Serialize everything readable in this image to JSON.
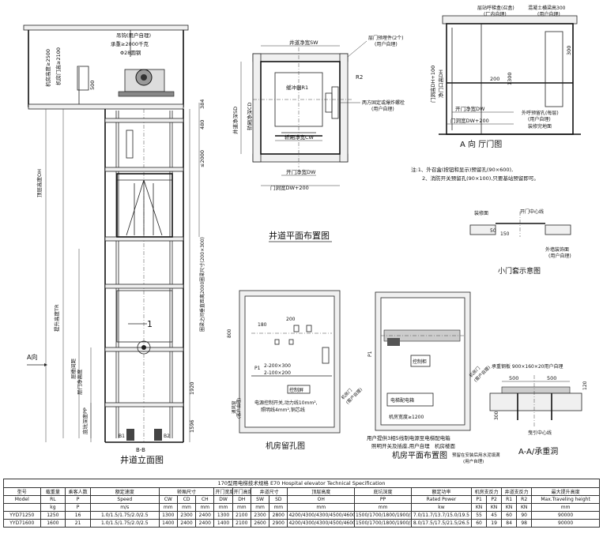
{
  "elevation": {
    "title": "井道立面图",
    "section_mark": "B-B",
    "hook_label_1": "吊钩(用户自理)",
    "hook_label_2": "承重≥2000千克",
    "hook_label_3": "Φ28圆钢",
    "machine_door_height": "机房门高≥2100",
    "machine_room_height": "机房高度≥2500",
    "overhead_label": "顶层高度OH",
    "travel_label": "提升高度TR",
    "floor_height_label": "层楼间距",
    "door_height_label": "层门净高度",
    "pit_label": "底坑深度PP",
    "door_dir": "A向",
    "dim_500": "500",
    "dim_384": "384",
    "dim_480": "480",
    "dim_2000": "≤2000",
    "dim_rail": "圈梁之间垂直距离2000圈梁尺寸(200×300)",
    "dim_1920": "1920",
    "dim_1596": "1596",
    "b1": "B1",
    "b2": "B2",
    "marker": "1"
  },
  "shaft_plan": {
    "title": "井道平面布置图",
    "shaft_width": "井道净宽SW",
    "shaft_depth": "井道净深SD",
    "car_width": "轿厢净宽CW",
    "car_depth": "轿厢净深CD",
    "door_width": "开门净宽DW",
    "door_opening": "门洞宽DW+200",
    "rope_hole": "缓冲器R1",
    "r2": "R2",
    "note_top_1": "层门预埋件(2个)",
    "note_top_2": "(用户自理)",
    "note_right_1": "两方固定或爆炸螺栓",
    "note_right_2": "(用户自理)"
  },
  "door_view": {
    "title": "A 向  厅门图",
    "top_label": "混凝土横梁高300",
    "top_label_2": "(用户自理)",
    "call_box_1": "层站呼梯盒(召盒)",
    "call_box_2": "(厂内自理)",
    "door_height": "门洞高DH+100",
    "clear_height": "净门口高DH",
    "dim_200": "200",
    "dim_1300": "1300",
    "dim_300": "300",
    "clear_width": "开门净宽DW",
    "opening_width": "门洞宽DW+200",
    "embed_1": "外呼预留孔(每层)",
    "embed_2": "(用户自理)",
    "embed_3": "装修完地面"
  },
  "notes": {
    "note_1": "注:1、外召盒(按钮和显示)预留孔(90×600),",
    "note_2": "2、消防开关预留孔(90×100),只要基站预留即可。"
  },
  "sill_detail": {
    "title": "小门套示意图",
    "left_label": "装修面",
    "center_label": "开门中心线",
    "dim_50": "50",
    "dim_150": "150",
    "wall_note_1": "外墙装饰面",
    "wall_note_2": "(用户自理)"
  },
  "hole_plan": {
    "title": "机房留孔图",
    "dim_180": "180",
    "dim_200": "200",
    "dim_800": "800",
    "hole_1": "2-200×300",
    "hole_2": "2-100×200",
    "p1": "P1",
    "control_box": "控制屏",
    "cable_1": "电源控制开关,动力线10mm²,",
    "cable_2": "照明线4mm²,铜芯线",
    "door_1": "机房门",
    "door_2": "(客户自理)",
    "win_1": "通风窗",
    "win_2": "(客户自理)"
  },
  "machine_plan": {
    "title": "机房平面布置图",
    "controller": "控制柜",
    "distribution": "电梯配电箱",
    "door_label_1": "机房门",
    "door_label_2": "(客户自理)",
    "width_label": "机房宽度≥1200",
    "p1": "P1",
    "power_note": "用户提供3相5线制电源至电梯配电箱",
    "light_note_1": "照明开关及插座,用户自理",
    "light_note_2": "机房楼面",
    "light_note_3": "预留在安装后用水泥填满",
    "light_note_4": "(用户自理)"
  },
  "aa_detail": {
    "title": "A-A/承重洞",
    "beam_label": "承重钢板 900×160×20用户自理",
    "dim_500a": "500",
    "dim_500b": "500",
    "dim_120": "120",
    "dim_300": "300",
    "center_label": "曳引中心线"
  },
  "spec_table": {
    "caption": "170型用电梯技术规格 E70 Hospital elevator Technical Specification",
    "header_cn": [
      "型号",
      "载重量",
      "乘客人数",
      "额定速度",
      "轿厢尺寸",
      "",
      "",
      "开门宽度",
      "开门高度",
      "井道尺寸",
      "",
      "顶层高度",
      "底坑深度",
      "额定功率",
      "机房支反力",
      "",
      "井道支反力",
      "",
      "最大提升高度"
    ],
    "header_en": [
      "Model",
      "RL",
      "P",
      "Speed",
      "CW",
      "CD",
      "CH",
      "DW",
      "DH",
      "SW",
      "SD",
      "OH",
      "PP",
      "Rated Power",
      "P1",
      "P2",
      "R1",
      "R2",
      "Max.Traveling height"
    ],
    "units": [
      "",
      "kg",
      "P",
      "m/s",
      "mm",
      "mm",
      "mm",
      "mm",
      "mm",
      "mm",
      "mm",
      "mm",
      "mm",
      "kw",
      "KN",
      "KN",
      "KN",
      "KN",
      "mm"
    ],
    "rows": [
      [
        "YYD71250",
        "1250",
        "16",
        "1.0/1.5/1.75/2.0/2.5",
        "1300",
        "2300",
        "2400",
        "1300",
        "2100",
        "2300",
        "2800",
        "4200/4300/4300/4500/4600",
        "1500/1700/1800/1900/2000",
        "7.0/11.7/13.7/15.0/19.5",
        "55",
        "45",
        "60",
        "90",
        "90000"
      ],
      [
        "YYD71600",
        "1600",
        "21",
        "1.0/1.5/1.75/2.0/2.5",
        "1400",
        "2400",
        "2400",
        "1400",
        "2100",
        "2600",
        "2900",
        "4200/4300/4300/4500/4600",
        "1500/1700/1800/1900/2000",
        "8.0/17.5/17.5/21.5/26.5",
        "60",
        "19",
        "84",
        "98",
        "90000"
      ]
    ]
  }
}
